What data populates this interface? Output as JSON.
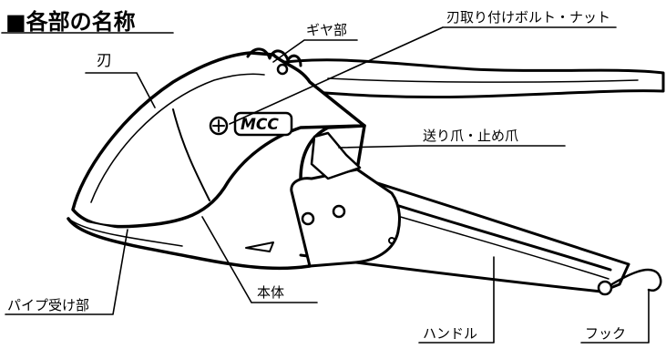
{
  "title": "■各部の名称",
  "brand_mark": "MCC",
  "labels": {
    "blade": "刃",
    "gear": "ギヤ部",
    "blade_bolt": "刃取り付けボルト・ナット",
    "feed_pawl": "送り爪・止め爪",
    "pipe_receiver": "パイプ受け部",
    "body": "本体",
    "handle": "ハンドル",
    "hook": "フック"
  }
}
